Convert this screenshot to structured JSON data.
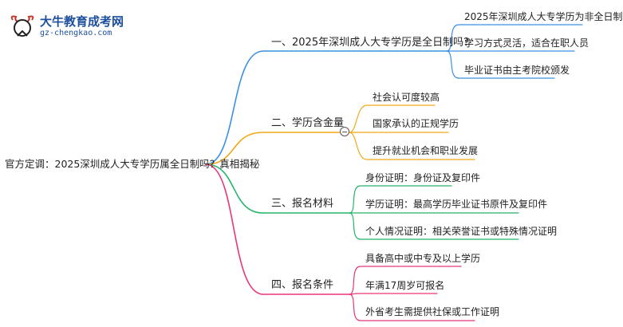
{
  "logo": {
    "title": "大牛教育成考网",
    "url": "gz-chengkao.com"
  },
  "root": {
    "label": "官方定调：2025深圳成人大专学历属全日制吗？真相揭秘"
  },
  "branches": [
    {
      "label": "一、2025年深圳成人大专学历是全日制吗？",
      "color": "#3d8fe0",
      "children": [
        "2025年深圳成人大专学历为非全日制",
        "学习方式灵活，适合在职人员",
        "毕业证书由主考院校颁发"
      ]
    },
    {
      "label": "二、学历含金量",
      "color": "#f0a818",
      "children": [
        "社会认可度较高",
        "国家承认的正规学历",
        "提升就业机会和职业发展"
      ]
    },
    {
      "label": "三、报名材料",
      "color": "#27b36a",
      "children": [
        "身份证明：身份证及复印件",
        "学历证明：最高学历毕业证书原件及复印件",
        "个人情况证明：相关荣誉证书或特殊情况证明"
      ]
    },
    {
      "label": "四、报名条件",
      "color": "#e8357a",
      "children": [
        "具备高中或中专及以上学历",
        "年满17周岁可报名",
        "外省考生需提供社保或工作证明"
      ]
    }
  ]
}
